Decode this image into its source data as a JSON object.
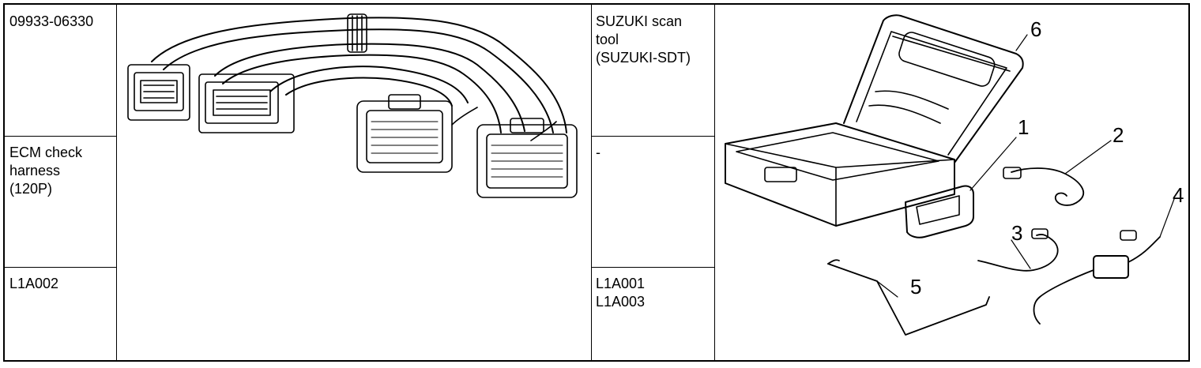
{
  "tool_1": {
    "part_number": "09933-06330",
    "name": "ECM check\nharness\n(120P)",
    "figure_code": "L1A002"
  },
  "tool_2": {
    "name": "SUZUKI scan\ntool\n(SUZUKI-SDT)",
    "part_number": "-",
    "figure_code": "L1A001\nL1A003",
    "callouts": [
      "1",
      "2",
      "3",
      "4",
      "5",
      "6"
    ]
  }
}
